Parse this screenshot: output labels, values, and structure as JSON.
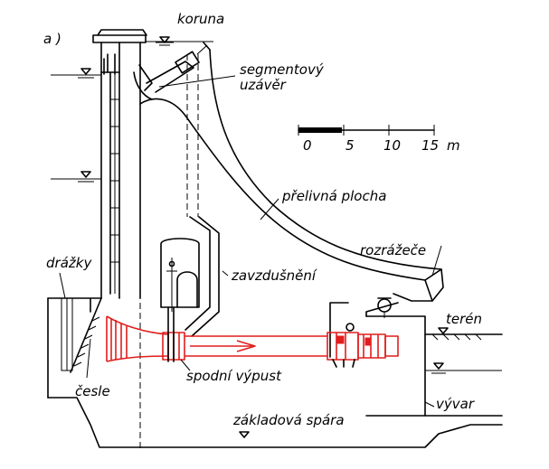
{
  "figure": {
    "panel_label": "a )",
    "labels": {
      "koruna": "koruna",
      "segmentovy": "segmentový",
      "uzaver": "uzávěr",
      "prelivna_plocha": "přelivná plocha",
      "drazky": "drážky",
      "zavzdusneni": "zavzdušnění",
      "rozrazece": "rozrážeče",
      "teren": "terén",
      "cesle": "česle",
      "spodni_vypust": "spodní výpust",
      "vyvar": "vývar",
      "zakladova_spara": "základová spára"
    },
    "scale_bar": {
      "ticks": [
        "0",
        "5",
        "10",
        "15"
      ],
      "unit": "m"
    },
    "colors": {
      "ink": "#000000",
      "highlight": "#e21d1d"
    }
  }
}
